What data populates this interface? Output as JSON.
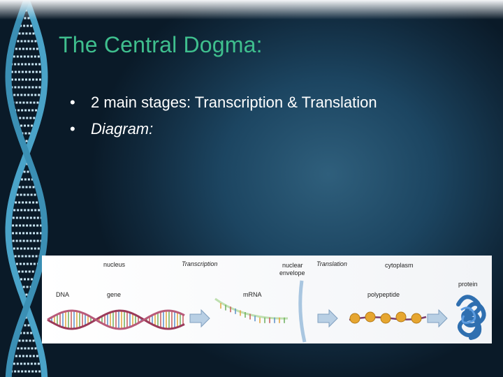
{
  "slide": {
    "title": "The Central Dogma:",
    "bullets": [
      {
        "bullet": "•",
        "text": "2 main stages: Transcription & Translation"
      },
      {
        "bullet": "•",
        "text": "Diagram:"
      }
    ]
  },
  "diagram": {
    "labels": {
      "nucleus": "nucleus",
      "transcription": "Transcription",
      "nuclear_envelope_1": "nuclear",
      "nuclear_envelope_2": "envelope",
      "translation": "Translation",
      "cytoplasm": "cytoplasm",
      "protein": "protein",
      "dna": "DNA",
      "gene": "gene",
      "mrna": "mRNA",
      "polypeptide": "polypeptide"
    }
  },
  "colors": {
    "title": "#3fbf8e",
    "bullet_text": "#ffffff",
    "background_center": "#2f5f7c",
    "background_edge": "#0a1a28",
    "helix": "#4aa3c8",
    "dna_strand": "#9b3a5a",
    "mrna_strand": "#7fbf7a",
    "amino_acid": "#e6a630",
    "protein": "#2f6fb0",
    "arrow": "#9fc0dc"
  }
}
